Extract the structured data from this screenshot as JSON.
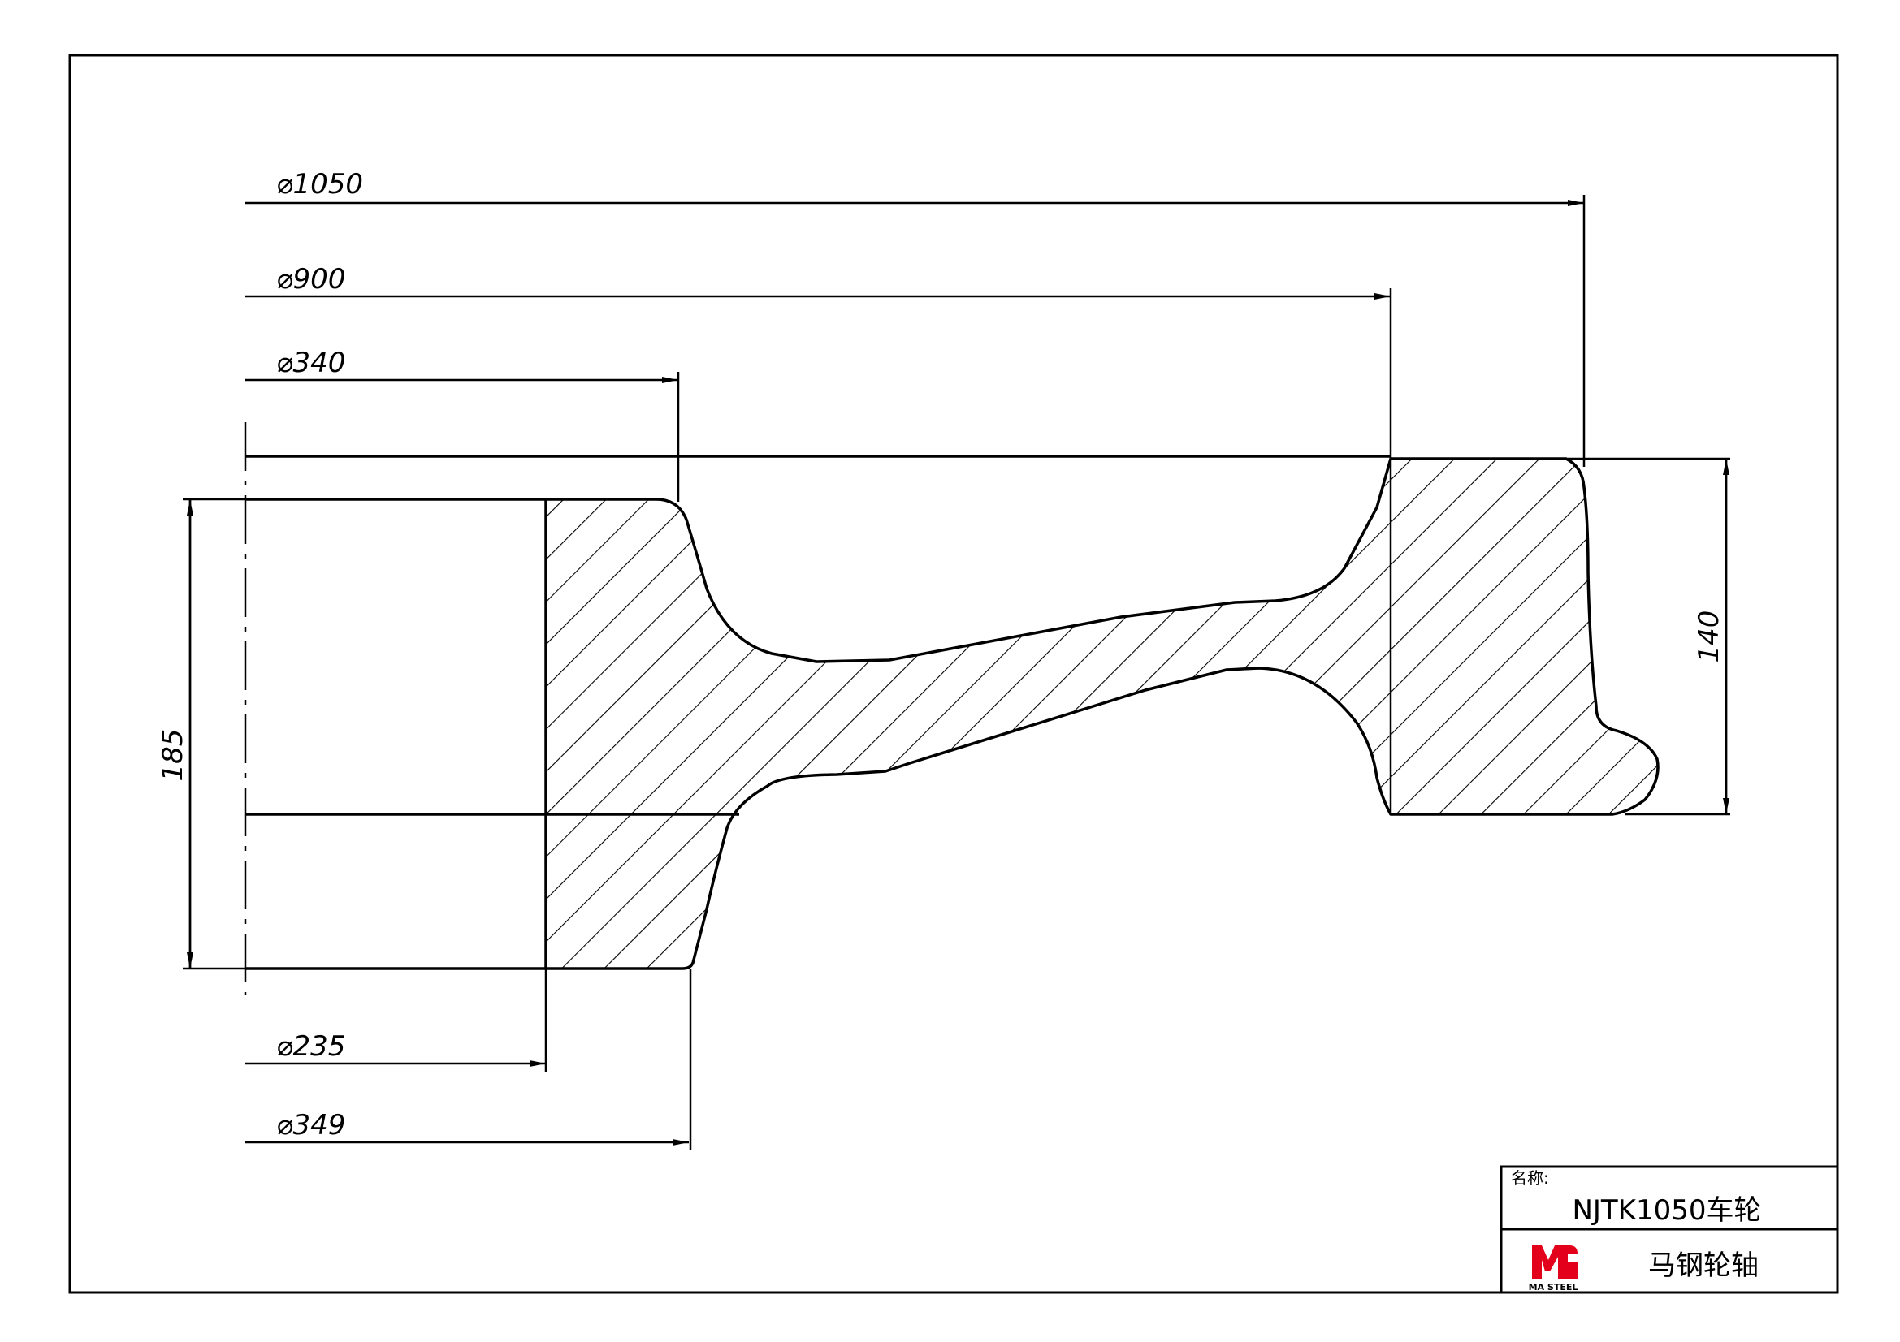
{
  "dimensions": {
    "d1050": "⌀1050",
    "d900": "⌀900",
    "d340": "⌀340",
    "d235": "⌀235",
    "d349": "⌀349",
    "h185": "185",
    "h140": "140"
  },
  "title_block": {
    "name_label": "名称:",
    "part_name": "NJTK1050车轮",
    "logo_text": "MA STEEL",
    "company": "马钢轮轴"
  },
  "colors": {
    "line": "#000000",
    "logo_red": "#e3001b"
  }
}
